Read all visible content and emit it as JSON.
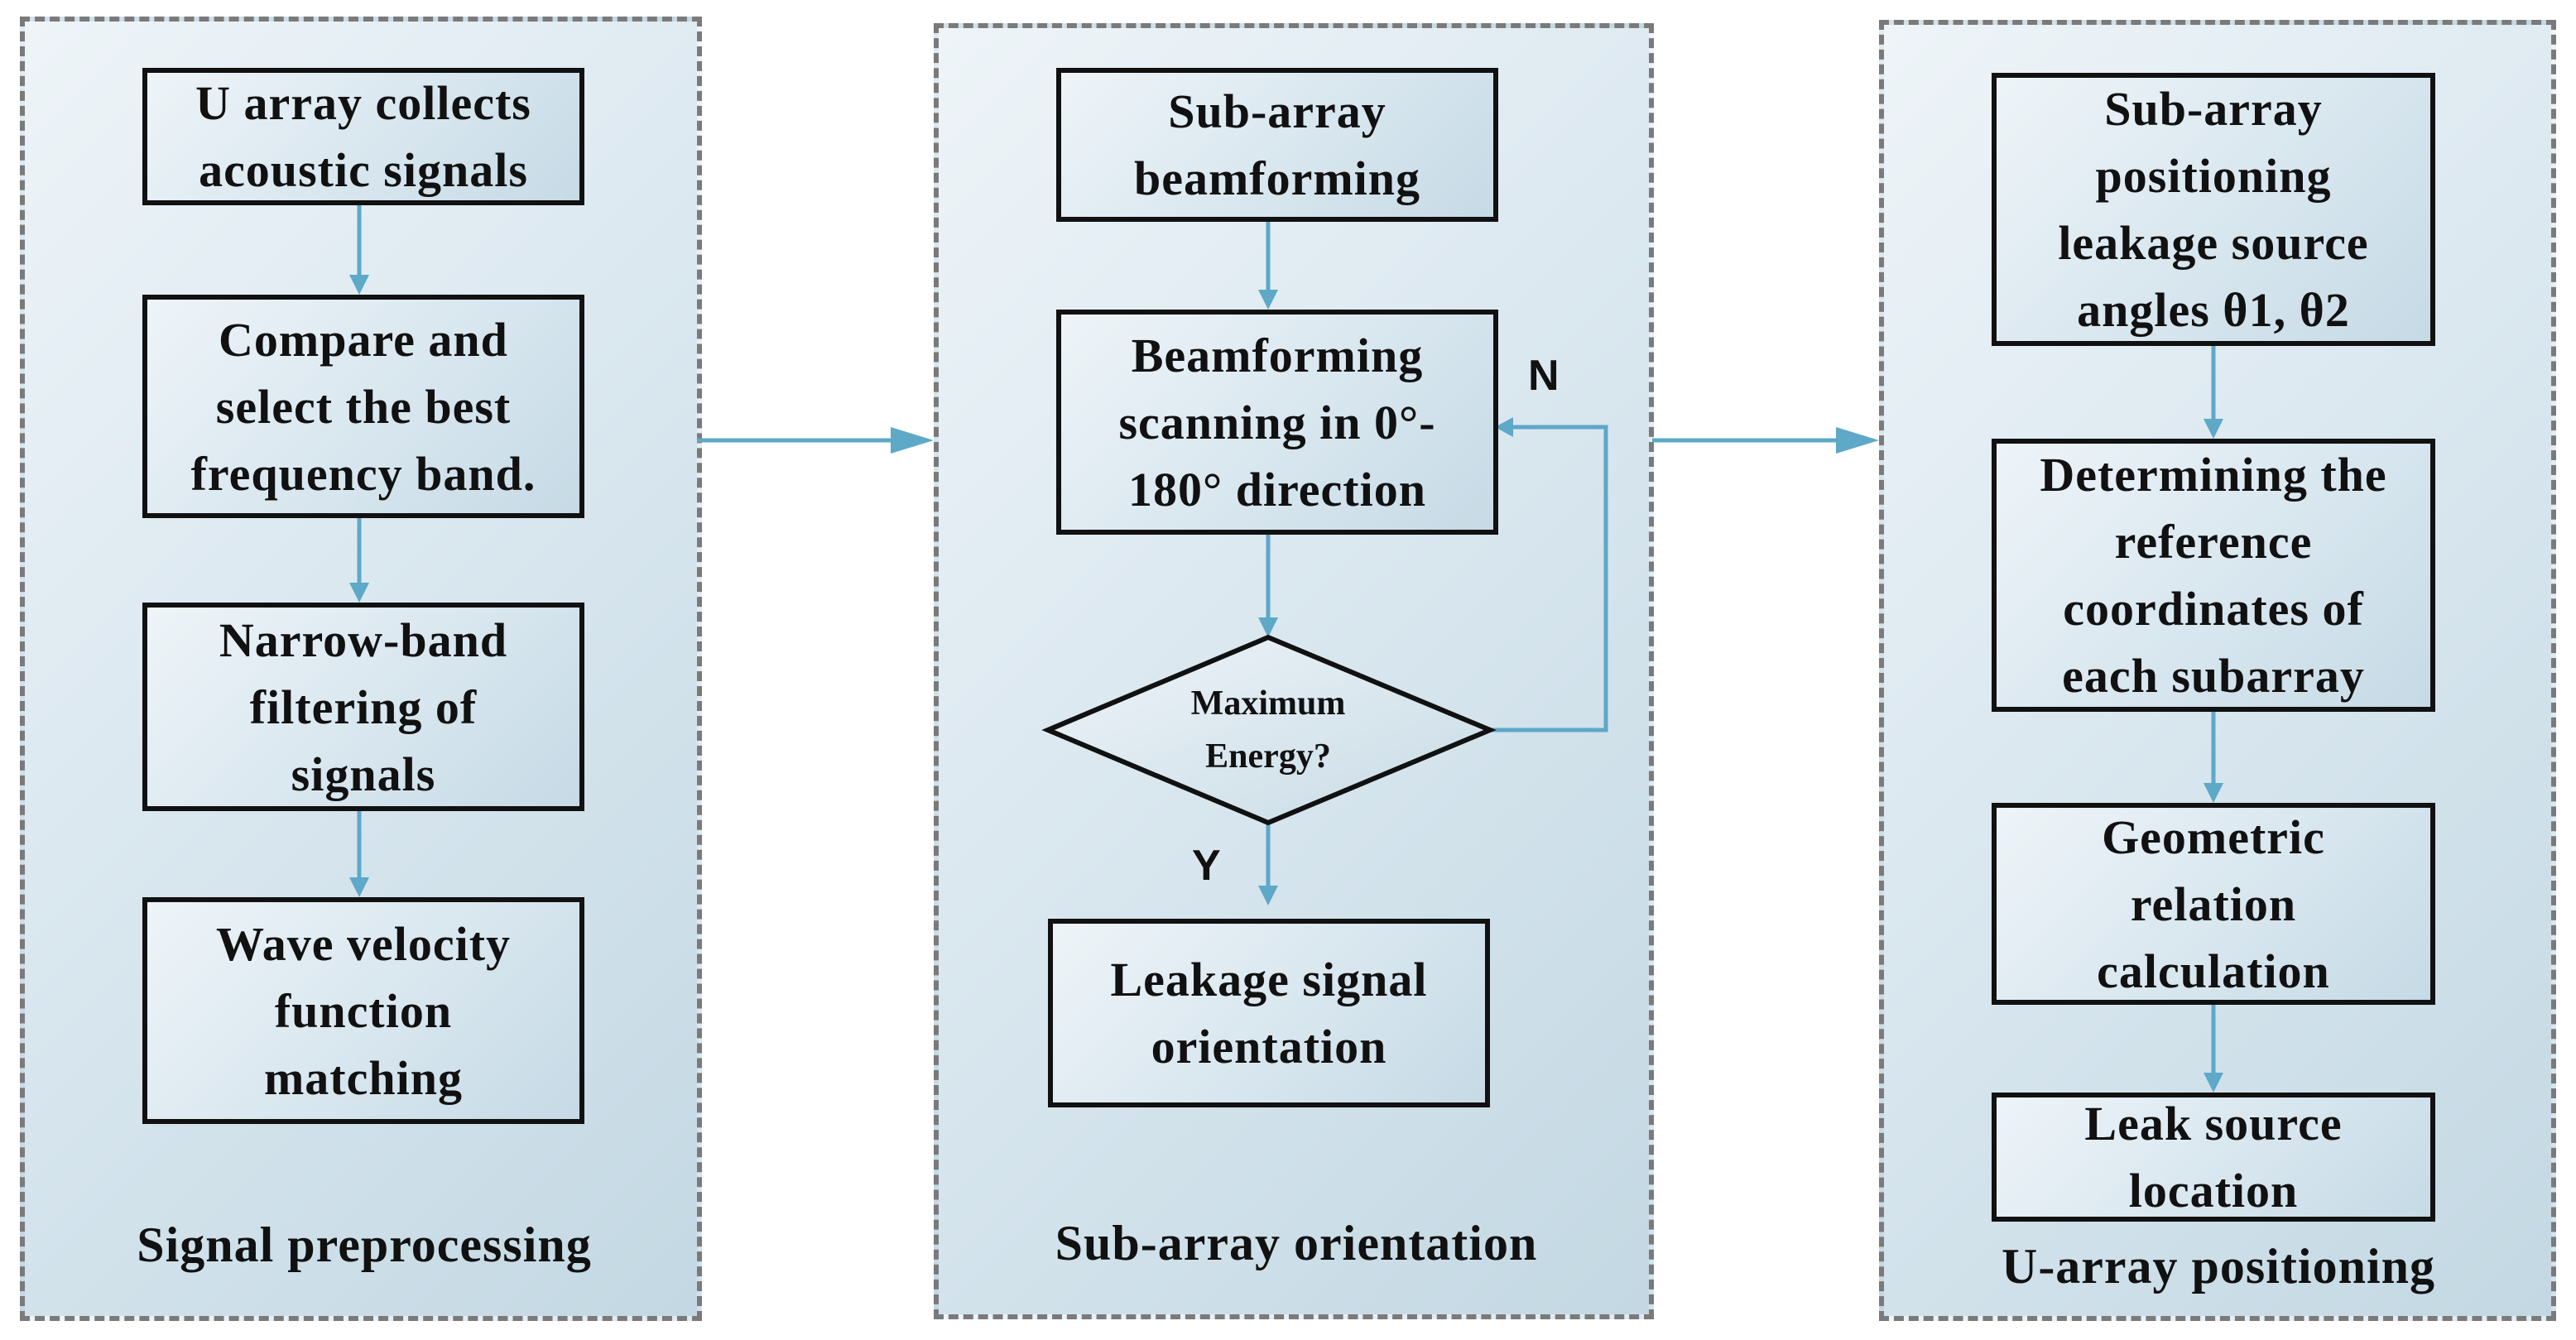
{
  "panels": {
    "preprocessing": {
      "label": "Signal preprocessing",
      "steps": [
        "U array collects\nacoustic signals",
        "Compare and\nselect the best\nfrequency band.",
        "Narrow-band\nfiltering of\nsignals",
        "Wave velocity\nfunction\nmatching"
      ]
    },
    "orientation": {
      "label": "Sub-array orientation",
      "steps": [
        "Sub-array\nbeamforming",
        "Beamforming\nscanning in 0°-\n180° direction",
        "Leakage signal\norientation"
      ],
      "decision": "Maximum\nEnergy?",
      "yes_label": "Y",
      "no_label": "N"
    },
    "positioning": {
      "label": "U-array positioning",
      "steps": [
        "Sub-array\npositioning\nleakage source\nangles θ1, θ2",
        "Determining the\nreference\ncoordinates of\neach subarray",
        "Geometric\nrelation\ncalculation",
        "Leak source\nlocation"
      ]
    }
  },
  "colors": {
    "arrow": "#5ea8c8",
    "border": "#111111",
    "panel_border": "#7a7a7a"
  }
}
